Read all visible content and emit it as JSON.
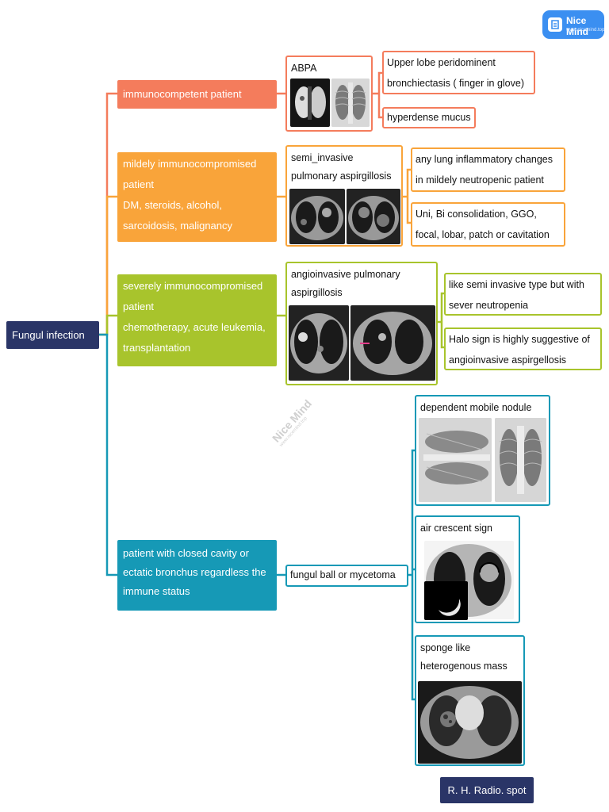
{
  "brand": {
    "name": "Nice Mind",
    "url": "www.nicemind.top"
  },
  "watermark": {
    "name": "Nice Mind",
    "url": "www.nicemind.top"
  },
  "root": {
    "label": "Fungul infection"
  },
  "branches": [
    {
      "color": "#f47c5c",
      "label": "immunocompetent patient",
      "child": {
        "caption": "ABPA",
        "images": [
          "ct-chest-coronal",
          "chest-xray-pa"
        ]
      },
      "findings": [
        "Upper lobe peridominent bronchiectasis ( finger in glove)",
        "hyperdense mucus"
      ]
    },
    {
      "color": "#f9a43a",
      "label_lines": [
        "mildely immunocompromised patient",
        "DM, steroids, alcohol, sarcoidosis, malignancy"
      ],
      "child": {
        "caption": "semi_invasive pulmonary aspirgillosis",
        "images": [
          "ct-chest-axial",
          "ct-chest-axial"
        ]
      },
      "findings": [
        "any lung inflammatory changes in mildely neutropenic patient",
        "Uni, Bi consolidation, GGO, focal, lobar, patch or cavitation"
      ]
    },
    {
      "color": "#a8c42c",
      "label_lines": [
        "severely immunocompromised patient",
        "chemotherapy, acute leukemia, transplantation"
      ],
      "child": {
        "caption": "angioinvasive pulmonary aspirgillosis",
        "images": [
          "ct-chest-axial",
          "ct-chest-axial"
        ]
      },
      "findings": [
        "like semi invasive type but with sever neutropenia",
        "Halo sign is highly suggestive of angioinvasive aspirgellosis"
      ]
    },
    {
      "color": "#1699b6",
      "label": "patient with closed cavity or ectatic bronchus regardless the immune status",
      "child": {
        "label": "fungul ball or mycetoma"
      },
      "findings": [
        {
          "caption": "dependent mobile nodule",
          "images": [
            "chest-xray-decubitus",
            "chest-xray-pa"
          ]
        },
        {
          "caption": "air crescent sign",
          "images": [
            "ct-chest-axial",
            "air-crescent-inset"
          ]
        },
        {
          "caption": "sponge like heterogenous mass",
          "images": [
            "ct-chest-axial"
          ]
        }
      ]
    }
  ],
  "footer": {
    "label": "R. H. Radio. spot"
  }
}
